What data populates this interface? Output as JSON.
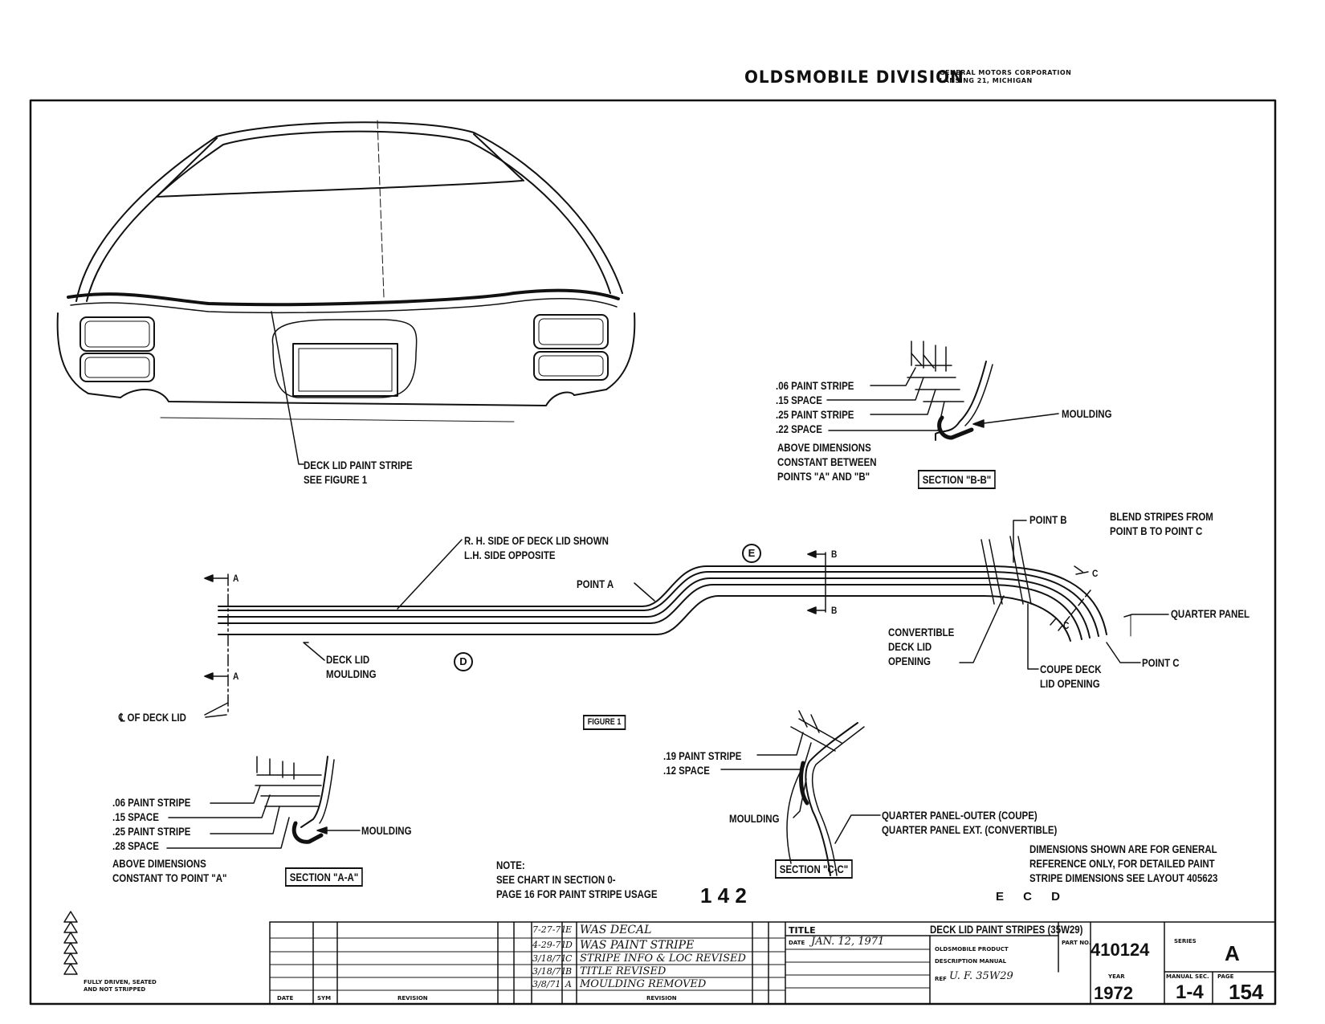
{
  "header": {
    "division": "OLDSMOBILE DIVISION",
    "corp_line1": "GENERAL MOTORS CORPORATION",
    "corp_line2": "LANSING 21, MICHIGAN"
  },
  "callouts": {
    "deck_lid_stripe_1": "DECK LID PAINT STRIPE",
    "deck_lid_stripe_2": "SEE FIGURE 1",
    "rh_side_1": "R. H. SIDE OF DECK LID SHOWN",
    "rh_side_2": "L.H. SIDE OPPOSITE",
    "point_a": "POINT A",
    "point_b": "POINT B",
    "point_c": "POINT C",
    "blend_1": "BLEND STRIPES FROM",
    "blend_2": "POINT B TO POINT C",
    "quarter_panel": "QUARTER PANEL",
    "convertible_1": "CONVERTIBLE",
    "convertible_2": "DECK LID",
    "convertible_3": "OPENING",
    "coupe_1": "COUPE DECK",
    "coupe_2": "LID OPENING",
    "deck_lid_moulding_1": "DECK LID",
    "deck_lid_moulding_2": "MOULDING",
    "cl_deck_lid": "℄ OF DECK LID",
    "figure_label": "FIGURE 1",
    "rev_d": "D",
    "rev_e": "E",
    "cut_a": "A",
    "cut_b": "B",
    "cut_c": "C"
  },
  "section_bb": {
    "title": "SECTION \"B-B\"",
    "line1": ".06 PAINT STRIPE",
    "line2": ".15 SPACE",
    "line3": ".25 PAINT STRIPE",
    "line4": ".22 SPACE",
    "note1": "ABOVE DIMENSIONS",
    "note2": "CONSTANT BETWEEN",
    "note3": "POINTS \"A\" AND \"B\"",
    "moulding": "MOULDING"
  },
  "section_aa": {
    "title": "SECTION \"A-A\"",
    "line1": ".06 PAINT STRIPE",
    "line2": ".15 SPACE",
    "line3": ".25 PAINT STRIPE",
    "line4": ".28 SPACE",
    "note1": "ABOVE DIMENSIONS",
    "note2": "CONSTANT TO POINT \"A\"",
    "moulding": "MOULDING"
  },
  "section_cc": {
    "title": "SECTION \"C-C\"",
    "line1": ".19 PAINT STRIPE",
    "line2": ".12 SPACE",
    "moulding": "MOULDING",
    "qp1": "QUARTER PANEL-OUTER (COUPE)",
    "qp2": "QUARTER PANEL EXT. (CONVERTIBLE)"
  },
  "notes": {
    "note_title": "NOTE:",
    "note_1": "SEE CHART IN SECTION 0-",
    "note_2": "PAGE 16 FOR PAINT STRIPE USAGE",
    "page_mark": "1 4 2",
    "dims_1": "DIMENSIONS SHOWN ARE FOR GENERAL",
    "dims_2": "REFERENCE ONLY, FOR DETAILED PAINT",
    "dims_3": "STRIPE DIMENSIONS SEE LAYOUT 405623",
    "legend_1": "FULLY DRIVEN, SEATED",
    "legend_2": "AND NOT STRIPPED",
    "rev_marks": "E C D"
  },
  "revisions": [
    {
      "date": "7-27-71",
      "sym": "E",
      "text": "WAS DECAL"
    },
    {
      "date": "4-29-71",
      "sym": "D",
      "text": "WAS PAINT STRIPE"
    },
    {
      "date": "3/18/71",
      "sym": "C",
      "text": "STRIPE INFO & LOC REVISED"
    },
    {
      "date": "3/18/71",
      "sym": "B",
      "text": "TITLE REVISED"
    },
    {
      "date": "3/8/71",
      "sym": "A",
      "text": "MOULDING REMOVED"
    }
  ],
  "title_block": {
    "title_label": "TITLE",
    "title": "DECK LID PAINT STRIPES (35W29)",
    "date_label": "DATE",
    "date": "JAN. 12, 1971",
    "product_1": "OLDSMOBILE PRODUCT",
    "product_2": "DESCRIPTION MANUAL",
    "ref_label": "REF",
    "ref": "U. F. 35W29",
    "part_label": "PART NO.",
    "part_no": "410124",
    "series_label": "SERIES",
    "series": "A",
    "year_label": "YEAR",
    "year": "1972",
    "manual_label": "MANUAL SEC.",
    "manual_sec": "1-4",
    "page_label": "PAGE",
    "page": "154",
    "col_date": "DATE",
    "col_sym": "SYM",
    "col_revision": "REVISION"
  }
}
